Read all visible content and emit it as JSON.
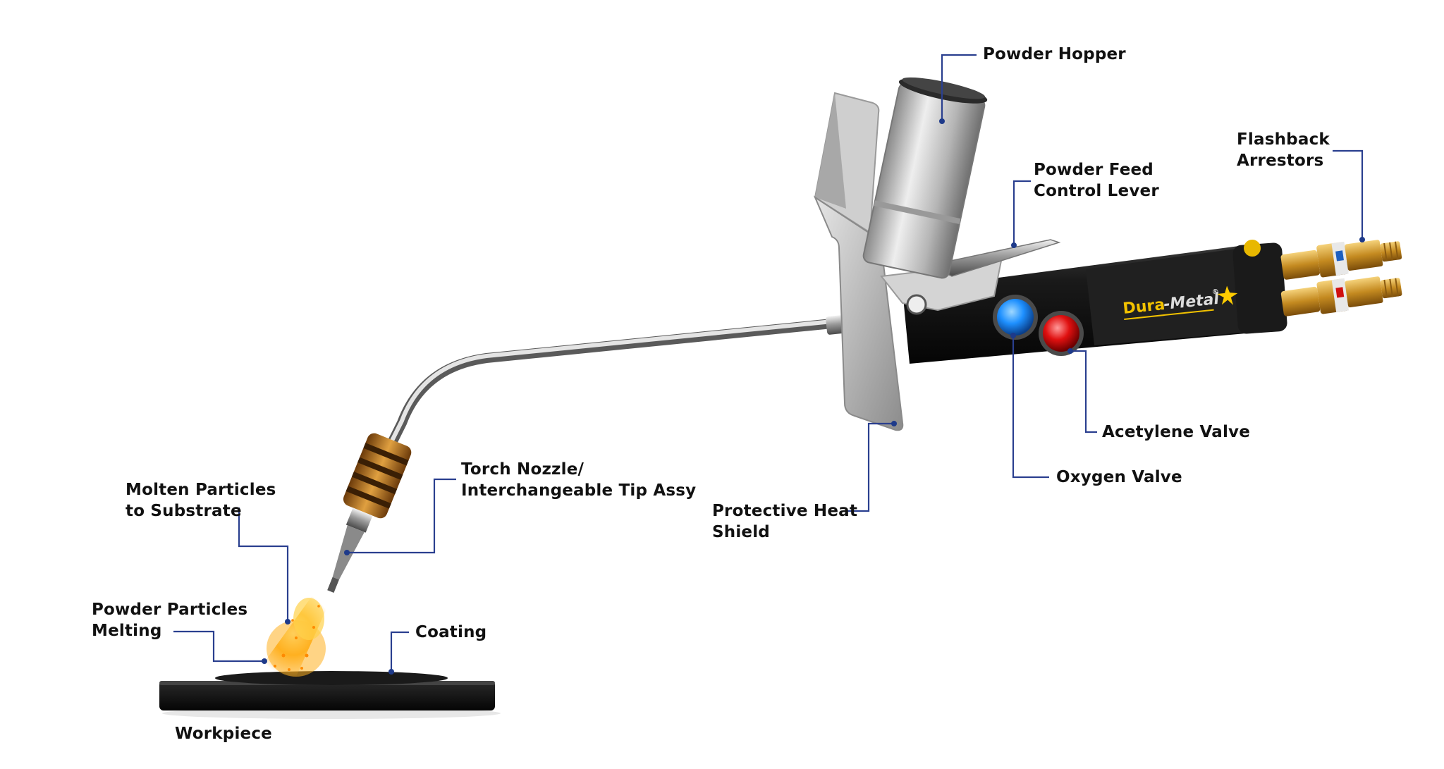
{
  "labels": {
    "powder_hopper": "Powder Hopper",
    "flashback_arrestors": "Flashback\nArrestors",
    "powder_feed_control_lever": "Powder Feed\nControl Lever",
    "acetylene_valve": "Acetylene Valve",
    "oxygen_valve": "Oxygen Valve",
    "protective_heat_shield": "Protective Heat\nShield",
    "torch_nozzle": "Torch Nozzle/\nInterchangeable Tip Assy",
    "molten_particles": "Molten Particles\nto Substrate",
    "powder_particles_melting": "Powder Particles\nMelting",
    "coating": "Coating",
    "workpiece": "Workpiece"
  },
  "brand": {
    "name_part1": "Dura",
    "name_part2": "-Metal",
    "registered": "®"
  },
  "colors": {
    "leader_line": "#2a3f8f",
    "leader_dot": "#1e3a8a",
    "label_text": "#111111",
    "oxygen_knob": "#1e90ff",
    "acetylene_knob": "#e01010",
    "handle": "#151515",
    "brass": "#c8952a",
    "flame": "#ffb020"
  },
  "icons": {
    "oxygen_valve": "blue-valve-knob-icon",
    "acetylene_valve": "red-valve-knob-icon",
    "brand_spark": "spark-star-icon"
  }
}
